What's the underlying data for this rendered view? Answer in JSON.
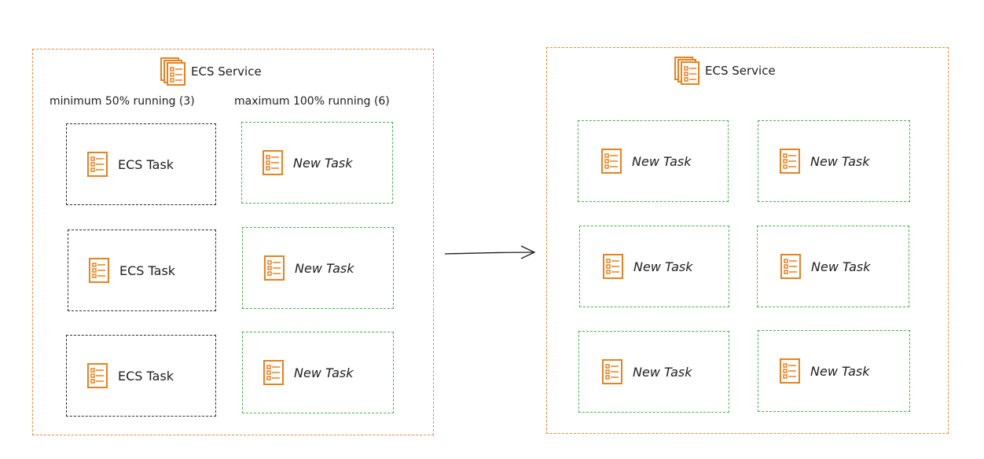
{
  "left_service": {
    "title": "ECS Service",
    "min_caption": "minimum 50% running (3)",
    "max_caption": "maximum 100% running (6)",
    "tasks": [
      {
        "label": "ECS Task",
        "kind": "old"
      },
      {
        "label": "New Task",
        "kind": "new"
      },
      {
        "label": "ECS Task",
        "kind": "old"
      },
      {
        "label": "New Task",
        "kind": "new"
      },
      {
        "label": "ECS Task",
        "kind": "old"
      },
      {
        "label": "New Task",
        "kind": "new"
      }
    ]
  },
  "right_service": {
    "title": "ECS Service",
    "tasks": [
      {
        "label": "New Task",
        "kind": "new"
      },
      {
        "label": "New Task",
        "kind": "new"
      },
      {
        "label": "New Task",
        "kind": "new"
      },
      {
        "label": "New Task",
        "kind": "new"
      },
      {
        "label": "New Task",
        "kind": "new"
      },
      {
        "label": "New Task",
        "kind": "new"
      }
    ]
  },
  "colors": {
    "service_border": "#f08a3c",
    "icon": "#e8821e",
    "old_task_border": "#2b2b2b",
    "new_task_border": "#4caf50"
  },
  "icons": {
    "service": "ecs-service-icon",
    "task": "ecs-task-icon"
  }
}
